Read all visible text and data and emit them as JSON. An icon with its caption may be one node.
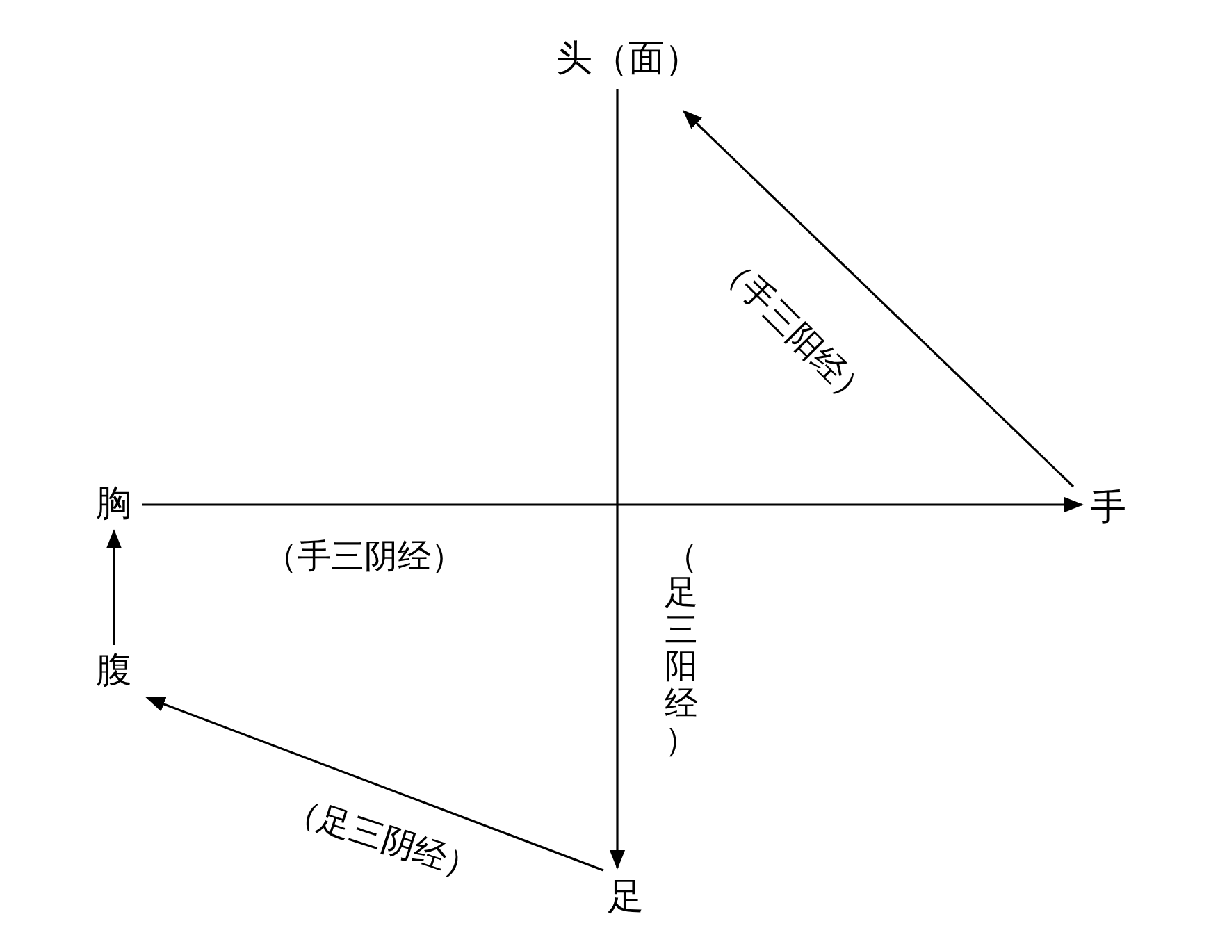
{
  "diagram": {
    "nodes": [
      {
        "text": [
          "头（面）"
        ]
      },
      {
        "text": [
          "胸"
        ]
      },
      {
        "text": [
          "手"
        ]
      },
      {
        "text": [
          "腹"
        ]
      },
      {
        "text": [
          "足"
        ]
      }
    ],
    "edges": [
      {
        "from": 0,
        "to": 4,
        "arrow": "to",
        "label": "（足三阳经）"
      },
      {
        "from": 1,
        "to": 2,
        "arrow": "to",
        "label": "（手三阴经）"
      },
      {
        "from": 2,
        "to": 0,
        "arrow": "to",
        "label": "（手三阳经）"
      },
      {
        "from": 4,
        "to": 3,
        "arrow": "to",
        "label": "（足三阴经）"
      },
      {
        "from": 3,
        "to": 1,
        "arrow": "to"
      }
    ]
  }
}
